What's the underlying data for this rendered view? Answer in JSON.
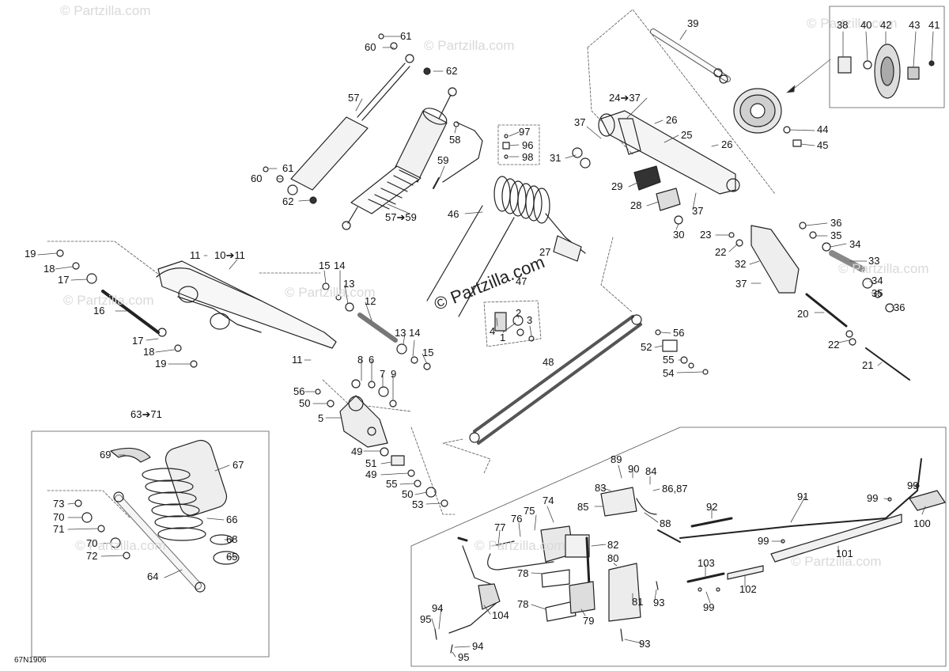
{
  "diagram_code": "67N1906",
  "watermark": "© Partzilla.com",
  "watermark_center": "© Partzilla.com",
  "callouts": [
    {
      "id": "c61a",
      "text": "61"
    },
    {
      "id": "c60a",
      "text": "60"
    },
    {
      "id": "c62a",
      "text": "62"
    },
    {
      "id": "c57",
      "text": "57"
    },
    {
      "id": "c61b",
      "text": "61"
    },
    {
      "id": "c60b",
      "text": "60"
    },
    {
      "id": "c62b",
      "text": "62"
    },
    {
      "id": "c58",
      "text": "58"
    },
    {
      "id": "c59",
      "text": "59"
    },
    {
      "id": "c5759",
      "text": "57➔59"
    },
    {
      "id": "c97",
      "text": "97"
    },
    {
      "id": "c96",
      "text": "96"
    },
    {
      "id": "c98",
      "text": "98"
    },
    {
      "id": "c46",
      "text": "46"
    },
    {
      "id": "c27",
      "text": "27"
    },
    {
      "id": "c47",
      "text": "47"
    },
    {
      "id": "c39",
      "text": "39"
    },
    {
      "id": "c38",
      "text": "38"
    },
    {
      "id": "c40",
      "text": "40"
    },
    {
      "id": "c42",
      "text": "42"
    },
    {
      "id": "c43",
      "text": "43"
    },
    {
      "id": "c41",
      "text": "41"
    },
    {
      "id": "c2437",
      "text": "24➔37"
    },
    {
      "id": "c37a",
      "text": "37"
    },
    {
      "id": "c26a",
      "text": "26"
    },
    {
      "id": "c25",
      "text": "25"
    },
    {
      "id": "c26b",
      "text": "26"
    },
    {
      "id": "c44",
      "text": "44"
    },
    {
      "id": "c45",
      "text": "45"
    },
    {
      "id": "c31",
      "text": "31"
    },
    {
      "id": "c29",
      "text": "29"
    },
    {
      "id": "c28",
      "text": "28"
    },
    {
      "id": "c37b",
      "text": "37"
    },
    {
      "id": "c30",
      "text": "30"
    },
    {
      "id": "c36a",
      "text": "36"
    },
    {
      "id": "c23",
      "text": "23"
    },
    {
      "id": "c35a",
      "text": "35"
    },
    {
      "id": "c22a",
      "text": "22"
    },
    {
      "id": "c34a",
      "text": "34"
    },
    {
      "id": "c32",
      "text": "32"
    },
    {
      "id": "c33",
      "text": "33"
    },
    {
      "id": "c37c",
      "text": "37"
    },
    {
      "id": "c34b",
      "text": "34"
    },
    {
      "id": "c35b",
      "text": "35"
    },
    {
      "id": "c36b",
      "text": "36"
    },
    {
      "id": "c20",
      "text": "20"
    },
    {
      "id": "c22b",
      "text": "22"
    },
    {
      "id": "c21",
      "text": "21"
    },
    {
      "id": "c19a",
      "text": "19"
    },
    {
      "id": "c18a",
      "text": "18"
    },
    {
      "id": "c17a",
      "text": "17"
    },
    {
      "id": "c16",
      "text": "16"
    },
    {
      "id": "c17b",
      "text": "17"
    },
    {
      "id": "c18b",
      "text": "18"
    },
    {
      "id": "c19b",
      "text": "19"
    },
    {
      "id": "c11a",
      "text": "11"
    },
    {
      "id": "c1011",
      "text": "10➔11"
    },
    {
      "id": "c15a",
      "text": "15"
    },
    {
      "id": "c14a",
      "text": "14"
    },
    {
      "id": "c13a",
      "text": "13"
    },
    {
      "id": "c12",
      "text": "12"
    },
    {
      "id": "c13b",
      "text": "13"
    },
    {
      "id": "c14b",
      "text": "14"
    },
    {
      "id": "c15b",
      "text": "15"
    },
    {
      "id": "c11b",
      "text": "11"
    },
    {
      "id": "c8",
      "text": "8"
    },
    {
      "id": "c6",
      "text": "6"
    },
    {
      "id": "c7",
      "text": "7"
    },
    {
      "id": "c9",
      "text": "9"
    },
    {
      "id": "c56a",
      "text": "56"
    },
    {
      "id": "c50a",
      "text": "50"
    },
    {
      "id": "c5",
      "text": "5"
    },
    {
      "id": "c49a",
      "text": "49"
    },
    {
      "id": "c51",
      "text": "51"
    },
    {
      "id": "c49b",
      "text": "49"
    },
    {
      "id": "c55a",
      "text": "55"
    },
    {
      "id": "c50b",
      "text": "50"
    },
    {
      "id": "c53",
      "text": "53"
    },
    {
      "id": "c4",
      "text": "4"
    },
    {
      "id": "c2",
      "text": "2"
    },
    {
      "id": "c3",
      "text": "3"
    },
    {
      "id": "c1",
      "text": "1"
    },
    {
      "id": "c48",
      "text": "48"
    },
    {
      "id": "c56b",
      "text": "56"
    },
    {
      "id": "c52",
      "text": "52"
    },
    {
      "id": "c55b",
      "text": "55"
    },
    {
      "id": "c54",
      "text": "54"
    },
    {
      "id": "c6371",
      "text": "63➔71"
    },
    {
      "id": "c69",
      "text": "69"
    },
    {
      "id": "c67",
      "text": "67"
    },
    {
      "id": "c66",
      "text": "66"
    },
    {
      "id": "c68",
      "text": "68"
    },
    {
      "id": "c65",
      "text": "65"
    },
    {
      "id": "c73",
      "text": "73"
    },
    {
      "id": "c70a",
      "text": "70"
    },
    {
      "id": "c71",
      "text": "71"
    },
    {
      "id": "c70b",
      "text": "70"
    },
    {
      "id": "c72",
      "text": "72"
    },
    {
      "id": "c64",
      "text": "64"
    },
    {
      "id": "c89",
      "text": "89"
    },
    {
      "id": "c90",
      "text": "90"
    },
    {
      "id": "c84",
      "text": "84"
    },
    {
      "id": "c83",
      "text": "83"
    },
    {
      "id": "c8687",
      "text": "86,87"
    },
    {
      "id": "c85",
      "text": "85"
    },
    {
      "id": "c88",
      "text": "88"
    },
    {
      "id": "c74",
      "text": "74"
    },
    {
      "id": "c75",
      "text": "75"
    },
    {
      "id": "c76",
      "text": "76"
    },
    {
      "id": "c77",
      "text": "77"
    },
    {
      "id": "c82",
      "text": "82"
    },
    {
      "id": "c80",
      "text": "80"
    },
    {
      "id": "c78a",
      "text": "78"
    },
    {
      "id": "c78b",
      "text": "78"
    },
    {
      "id": "c79",
      "text": "79"
    },
    {
      "id": "c81",
      "text": "81"
    },
    {
      "id": "c93a",
      "text": "93"
    },
    {
      "id": "c93b",
      "text": "93"
    },
    {
      "id": "c94a",
      "text": "94"
    },
    {
      "id": "c95a",
      "text": "95"
    },
    {
      "id": "c104",
      "text": "104"
    },
    {
      "id": "c94b",
      "text": "94"
    },
    {
      "id": "c95b",
      "text": "95"
    },
    {
      "id": "c92",
      "text": "92"
    },
    {
      "id": "c91",
      "text": "91"
    },
    {
      "id": "c99a",
      "text": "99"
    },
    {
      "id": "c99b",
      "text": "99"
    },
    {
      "id": "c100",
      "text": "100"
    },
    {
      "id": "c99c",
      "text": "99"
    },
    {
      "id": "c101",
      "text": "101"
    },
    {
      "id": "c103",
      "text": "103"
    },
    {
      "id": "c102",
      "text": "102"
    },
    {
      "id": "c99d",
      "text": "99"
    }
  ]
}
